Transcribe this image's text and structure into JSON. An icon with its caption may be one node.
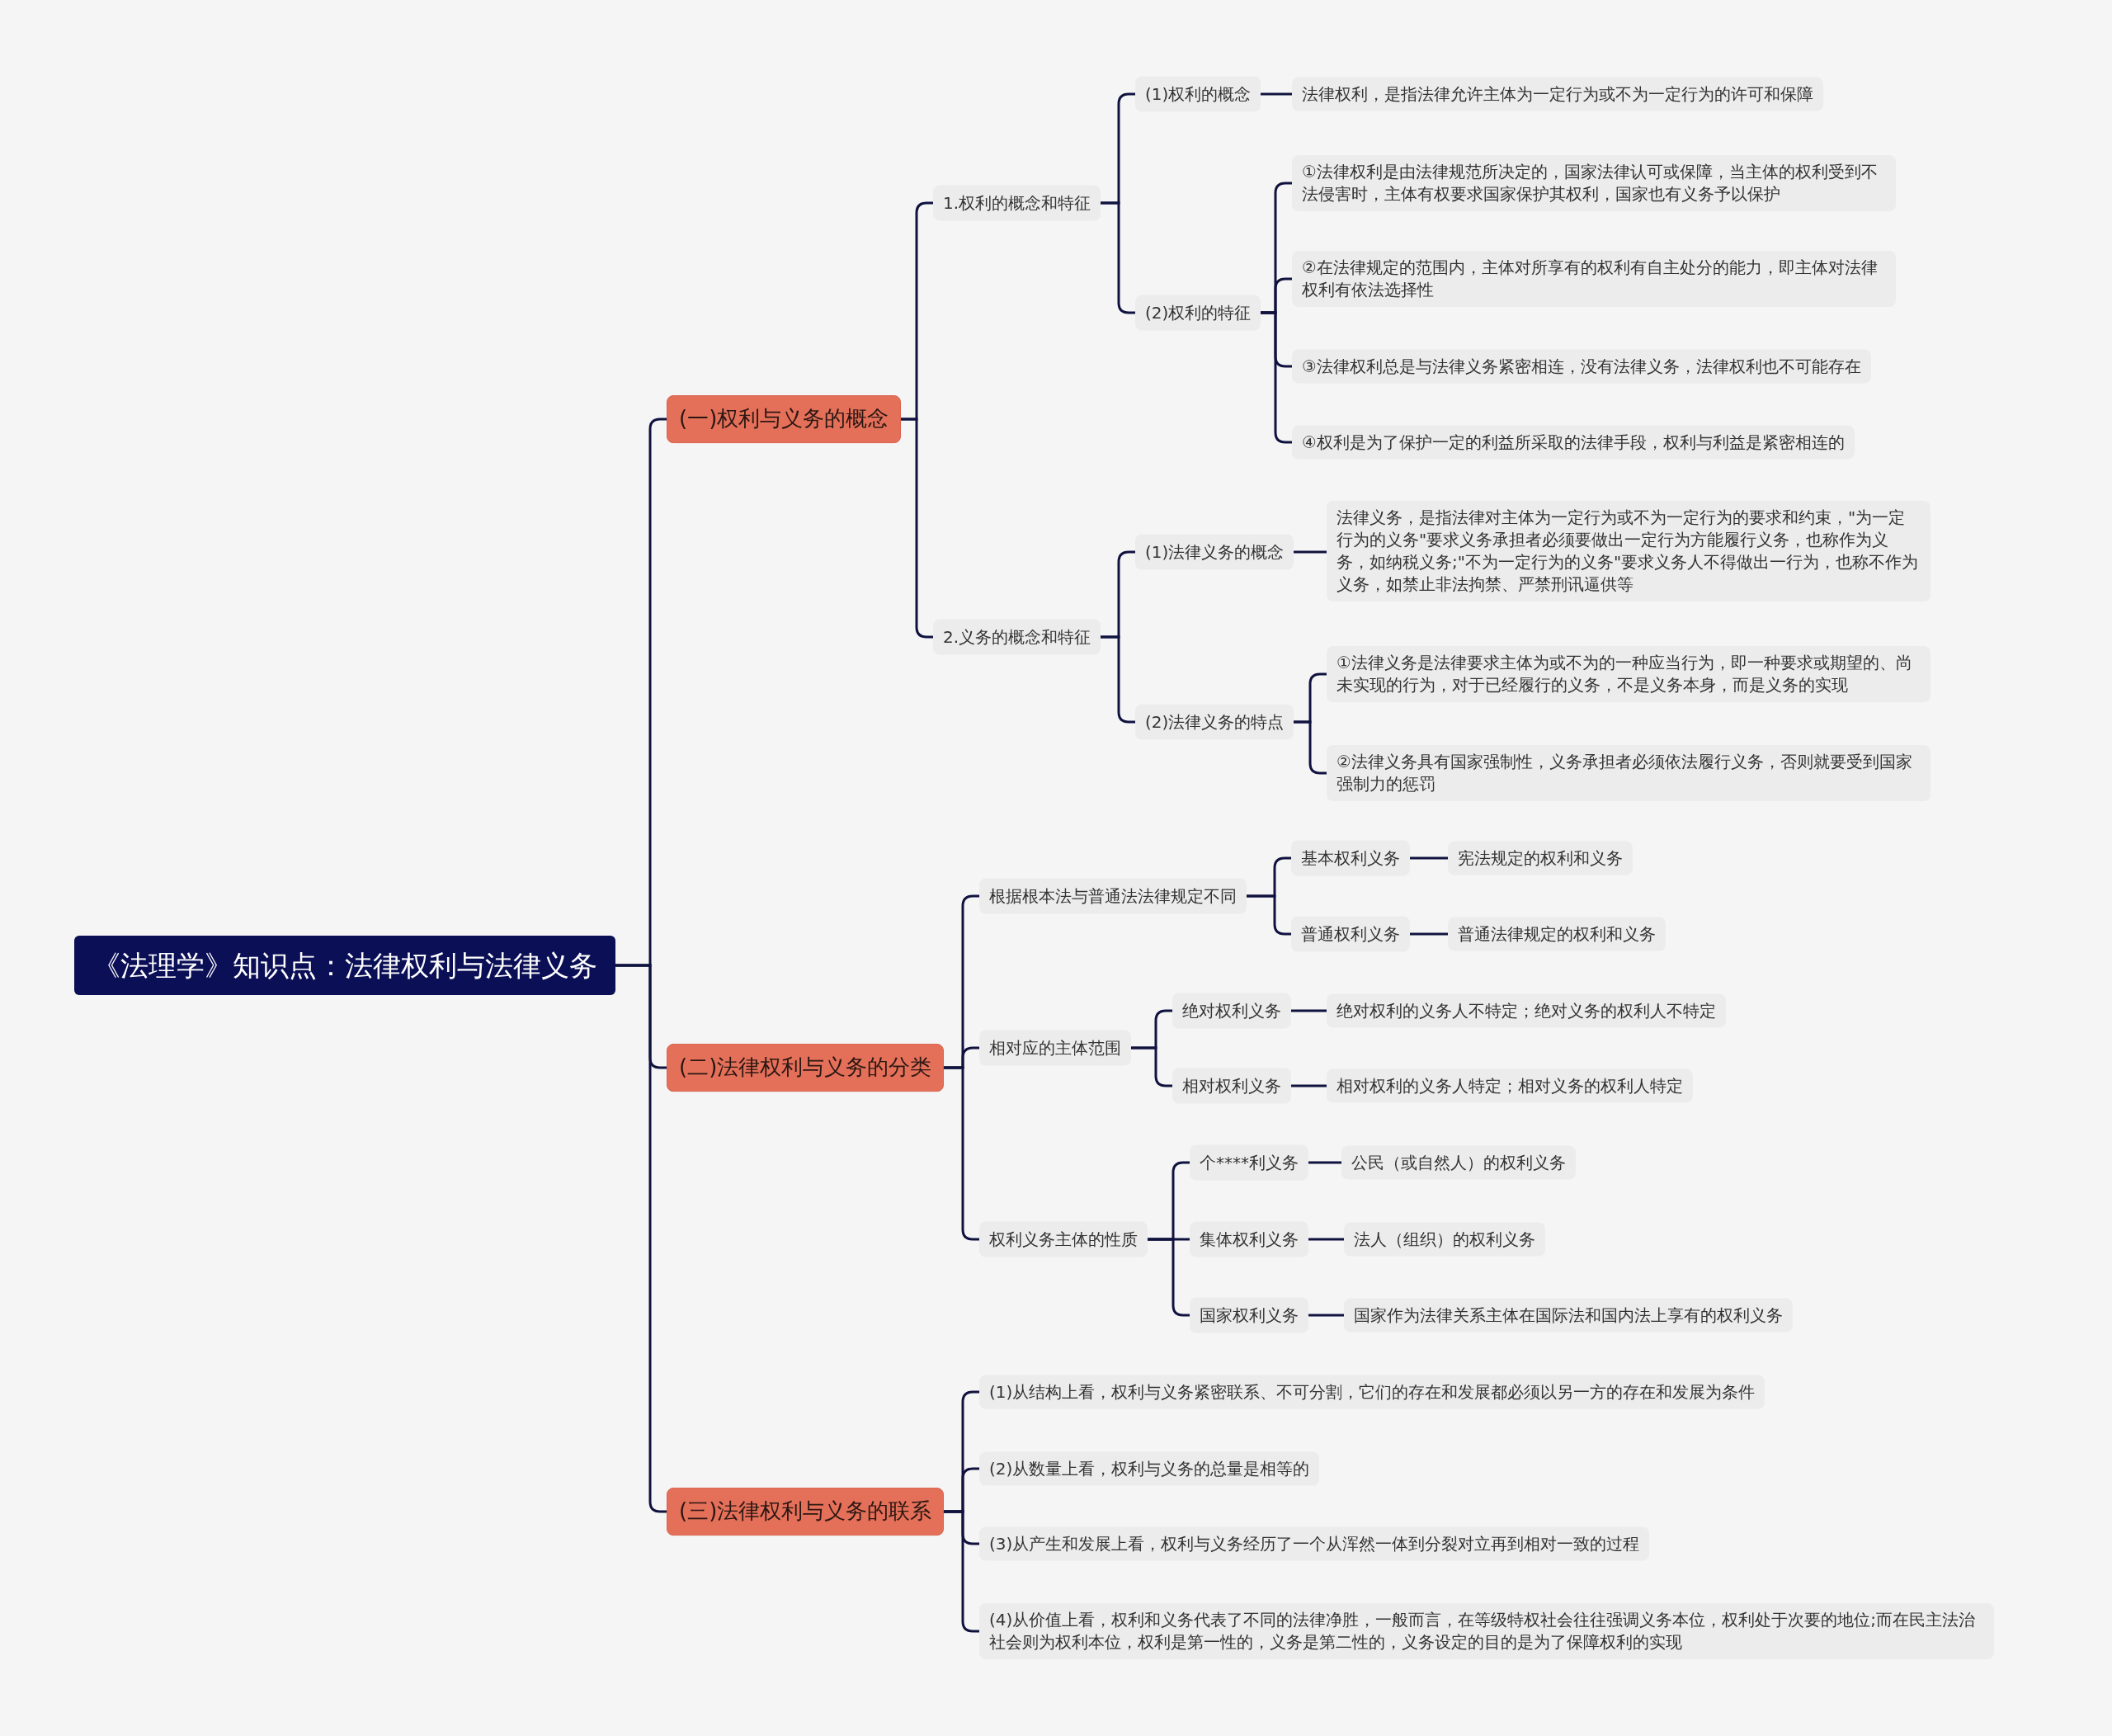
{
  "diagram": {
    "nodes": [
      {
        "text": [
          "《法理学》知识点：法律权利与法律义务"
        ]
      },
      {
        "text": [
          "(一)权利与义务的概念"
        ]
      },
      {
        "text": [
          "1.权利的概念和特征"
        ]
      },
      {
        "text": [
          "(1)权利的概念"
        ]
      },
      {
        "text": [
          "法律权利，是指法律允许主体为一定行为或不为一定行为的许可和保障"
        ]
      },
      {
        "text": [
          "(2)权利的特征"
        ]
      },
      {
        "text": [
          "①法律权利是由法律规范所决定的，国家法律认可或保障，当主体的权利受到不法侵害时，主体有权要求国家保护其权利，国家也有义务予以保护"
        ]
      },
      {
        "text": [
          "②在法律规定的范围内，主体对所享有的权利有自主处分的能力，即主体对法律权利有依法选择性"
        ]
      },
      {
        "text": [
          "③法律权利总是与法律义务紧密相连，没有法律义务，法律权利也不可能存在"
        ]
      },
      {
        "text": [
          "④权利是为了保护一定的利益所采取的法律手段，权利与利益是紧密相连的"
        ]
      },
      {
        "text": [
          "2.义务的概念和特征"
        ]
      },
      {
        "text": [
          "(1)法律义务的概念"
        ]
      },
      {
        "text": [
          "法律义务，是指法律对主体为一定行为或不为一定行为的要求和约束，\"为一定行为的义务\"要求义务承担者必须要做出一定行为方能履行义务，也称作为义务，如纳税义务;\"不为一定行为的义务\"要求义务人不得做出一行为，也称不作为义务，如禁止非法拘禁、严禁刑讯逼供等"
        ]
      },
      {
        "text": [
          "(2)法律义务的特点"
        ]
      },
      {
        "text": [
          "①法律义务是法律要求主体为或不为的一种应当行为，即一种要求或期望的、尚未实现的行为，对于已经履行的义务，不是义务本身，而是义务的实现"
        ]
      },
      {
        "text": [
          "②法律义务具有国家强制性，义务承担者必须依法履行义务，否则就要受到国家强制力的惩罚"
        ]
      },
      {
        "text": [
          "(二)法律权利与义务的分类"
        ]
      },
      {
        "text": [
          "根据根本法与普通法法律规定不同"
        ]
      },
      {
        "text": [
          "基本权利义务"
        ]
      },
      {
        "text": [
          "宪法规定的权利和义务"
        ]
      },
      {
        "text": [
          "普通权利义务"
        ]
      },
      {
        "text": [
          "普通法律规定的权利和义务"
        ]
      },
      {
        "text": [
          "相对应的主体范围"
        ]
      },
      {
        "text": [
          "绝对权利义务"
        ]
      },
      {
        "text": [
          "绝对权利的义务人不特定；绝对义务的权利人不特定"
        ]
      },
      {
        "text": [
          "相对权利义务"
        ]
      },
      {
        "text": [
          "相对权利的义务人特定；相对义务的权利人特定"
        ]
      },
      {
        "text": [
          "权利义务主体的性质"
        ]
      },
      {
        "text": [
          "个****利义务"
        ]
      },
      {
        "text": [
          "公民（或自然人）的权利义务"
        ]
      },
      {
        "text": [
          "集体权利义务"
        ]
      },
      {
        "text": [
          "法人（组织）的权利义务"
        ]
      },
      {
        "text": [
          "国家权利义务"
        ]
      },
      {
        "text": [
          "国家作为法律关系主体在国际法和国内法上享有的权利义务"
        ]
      },
      {
        "text": [
          "(三)法律权利与义务的联系"
        ]
      },
      {
        "text": [
          "(1)从结构上看，权利与义务紧密联系、不可分割，它们的存在和发展都必须以另一方的存在和发展为条件"
        ]
      },
      {
        "text": [
          "(2)从数量上看，权利与义务的总量是相等的"
        ]
      },
      {
        "text": [
          "(3)从产生和发展上看，权利与义务经历了一个从浑然一体到分裂对立再到相对一致的过程"
        ]
      },
      {
        "text": [
          "(4)从价值上看，权利和义务代表了不同的法律净胜，一般而言，在等级特权社会往往强调义务本位，权利处于次要的地位;而在民主法治社会则为权利本位，权利是第一性的，义务是第二性的，义务设定的目的是为了保障权利的实现"
        ]
      }
    ],
    "edges": [
      {
        "from": 0,
        "to": 1,
        "arrow": "none"
      },
      {
        "from": 0,
        "to": 16,
        "arrow": "none"
      },
      {
        "from": 0,
        "to": 34,
        "arrow": "none"
      },
      {
        "from": 1,
        "to": 2,
        "arrow": "none"
      },
      {
        "from": 1,
        "to": 10,
        "arrow": "none"
      },
      {
        "from": 2,
        "to": 3,
        "arrow": "none"
      },
      {
        "from": 2,
        "to": 5,
        "arrow": "none"
      },
      {
        "from": 3,
        "to": 4,
        "arrow": "none"
      },
      {
        "from": 5,
        "to": 6,
        "arrow": "none"
      },
      {
        "from": 5,
        "to": 7,
        "arrow": "none"
      },
      {
        "from": 5,
        "to": 8,
        "arrow": "none"
      },
      {
        "from": 5,
        "to": 9,
        "arrow": "none"
      },
      {
        "from": 10,
        "to": 11,
        "arrow": "none"
      },
      {
        "from": 10,
        "to": 13,
        "arrow": "none"
      },
      {
        "from": 11,
        "to": 12,
        "arrow": "none"
      },
      {
        "from": 13,
        "to": 14,
        "arrow": "none"
      },
      {
        "from": 13,
        "to": 15,
        "arrow": "none"
      },
      {
        "from": 16,
        "to": 17,
        "arrow": "none"
      },
      {
        "from": 16,
        "to": 22,
        "arrow": "none"
      },
      {
        "from": 16,
        "to": 27,
        "arrow": "none"
      },
      {
        "from": 17,
        "to": 18,
        "arrow": "none"
      },
      {
        "from": 17,
        "to": 20,
        "arrow": "none"
      },
      {
        "from": 18,
        "to": 19,
        "arrow": "none"
      },
      {
        "from": 20,
        "to": 21,
        "arrow": "none"
      },
      {
        "from": 22,
        "to": 23,
        "arrow": "none"
      },
      {
        "from": 22,
        "to": 25,
        "arrow": "none"
      },
      {
        "from": 23,
        "to": 24,
        "arrow": "none"
      },
      {
        "from": 25,
        "to": 26,
        "arrow": "none"
      },
      {
        "from": 27,
        "to": 28,
        "arrow": "none"
      },
      {
        "from": 27,
        "to": 30,
        "arrow": "none"
      },
      {
        "from": 27,
        "to": 32,
        "arrow": "none"
      },
      {
        "from": 28,
        "to": 29,
        "arrow": "none"
      },
      {
        "from": 30,
        "to": 31,
        "arrow": "none"
      },
      {
        "from": 32,
        "to": 33,
        "arrow": "none"
      },
      {
        "from": 34,
        "to": 35,
        "arrow": "none"
      },
      {
        "from": 34,
        "to": 36,
        "arrow": "none"
      },
      {
        "from": 34,
        "to": 37,
        "arrow": "none"
      },
      {
        "from": 34,
        "to": 38,
        "arrow": "none"
      }
    ]
  }
}
